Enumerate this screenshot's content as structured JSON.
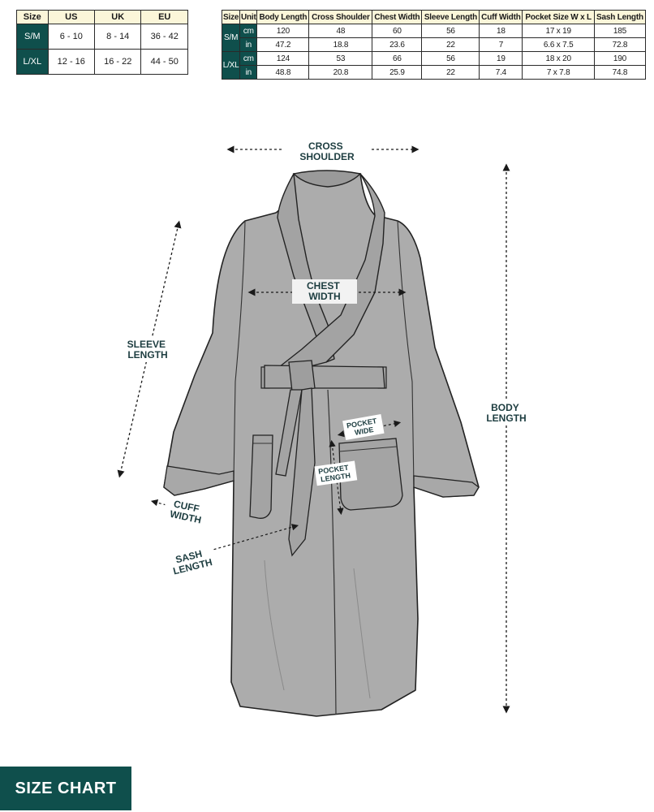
{
  "size_conversion": {
    "headers": [
      "Size",
      "US",
      "UK",
      "EU"
    ],
    "rows": [
      {
        "size": "S/M",
        "us": "6 - 10",
        "uk": "8 - 14",
        "eu": "36 - 42"
      },
      {
        "size": "L/XL",
        "us": "12 - 16",
        "uk": "16 - 22",
        "eu": "44 - 50"
      }
    ]
  },
  "measurements": {
    "headers": [
      "Size",
      "Unit",
      "Body Length",
      "Cross Shoulder",
      "Chest Width",
      "Sleeve Length",
      "Cuff Width",
      "Pocket Size W x L",
      "Sash Length"
    ],
    "rows": [
      {
        "size": "S/M",
        "unit": "cm",
        "values": [
          "120",
          "48",
          "60",
          "56",
          "18",
          "17 x 19",
          "185"
        ]
      },
      {
        "size": "S/M",
        "unit": "in",
        "values": [
          "47.2",
          "18.8",
          "23.6",
          "22",
          "7",
          "6.6 x 7.5",
          "72.8"
        ]
      },
      {
        "size": "L/XL",
        "unit": "cm",
        "values": [
          "124",
          "53",
          "66",
          "56",
          "19",
          "18 x 20",
          "190"
        ]
      },
      {
        "size": "L/XL",
        "unit": "in",
        "values": [
          "48.8",
          "20.8",
          "25.9",
          "22",
          "7.4",
          "7 x 7.8",
          "74.8"
        ]
      }
    ]
  },
  "diagram_labels": {
    "cross_shoulder": [
      "CROSS",
      "SHOULDER"
    ],
    "chest_width": [
      "CHEST",
      "WIDTH"
    ],
    "sleeve_length": [
      "SLEEVE",
      "LENGTH"
    ],
    "body_length": [
      "BODY",
      "LENGTH"
    ],
    "pocket_wide": [
      "POCKET",
      "WIDE"
    ],
    "pocket_length": [
      "POCKET",
      "LENGTH"
    ],
    "cuff_width": [
      "CUFF",
      "WIDTH"
    ],
    "sash_length": [
      "SASH",
      "LENGTH"
    ]
  },
  "badge": {
    "text": "SIZE CHART"
  },
  "colors": {
    "teal": "#0f4f4c",
    "header_cream": "#fbf6d9",
    "robe_gray": "#acacac",
    "label_navy": "#1d3d40"
  }
}
